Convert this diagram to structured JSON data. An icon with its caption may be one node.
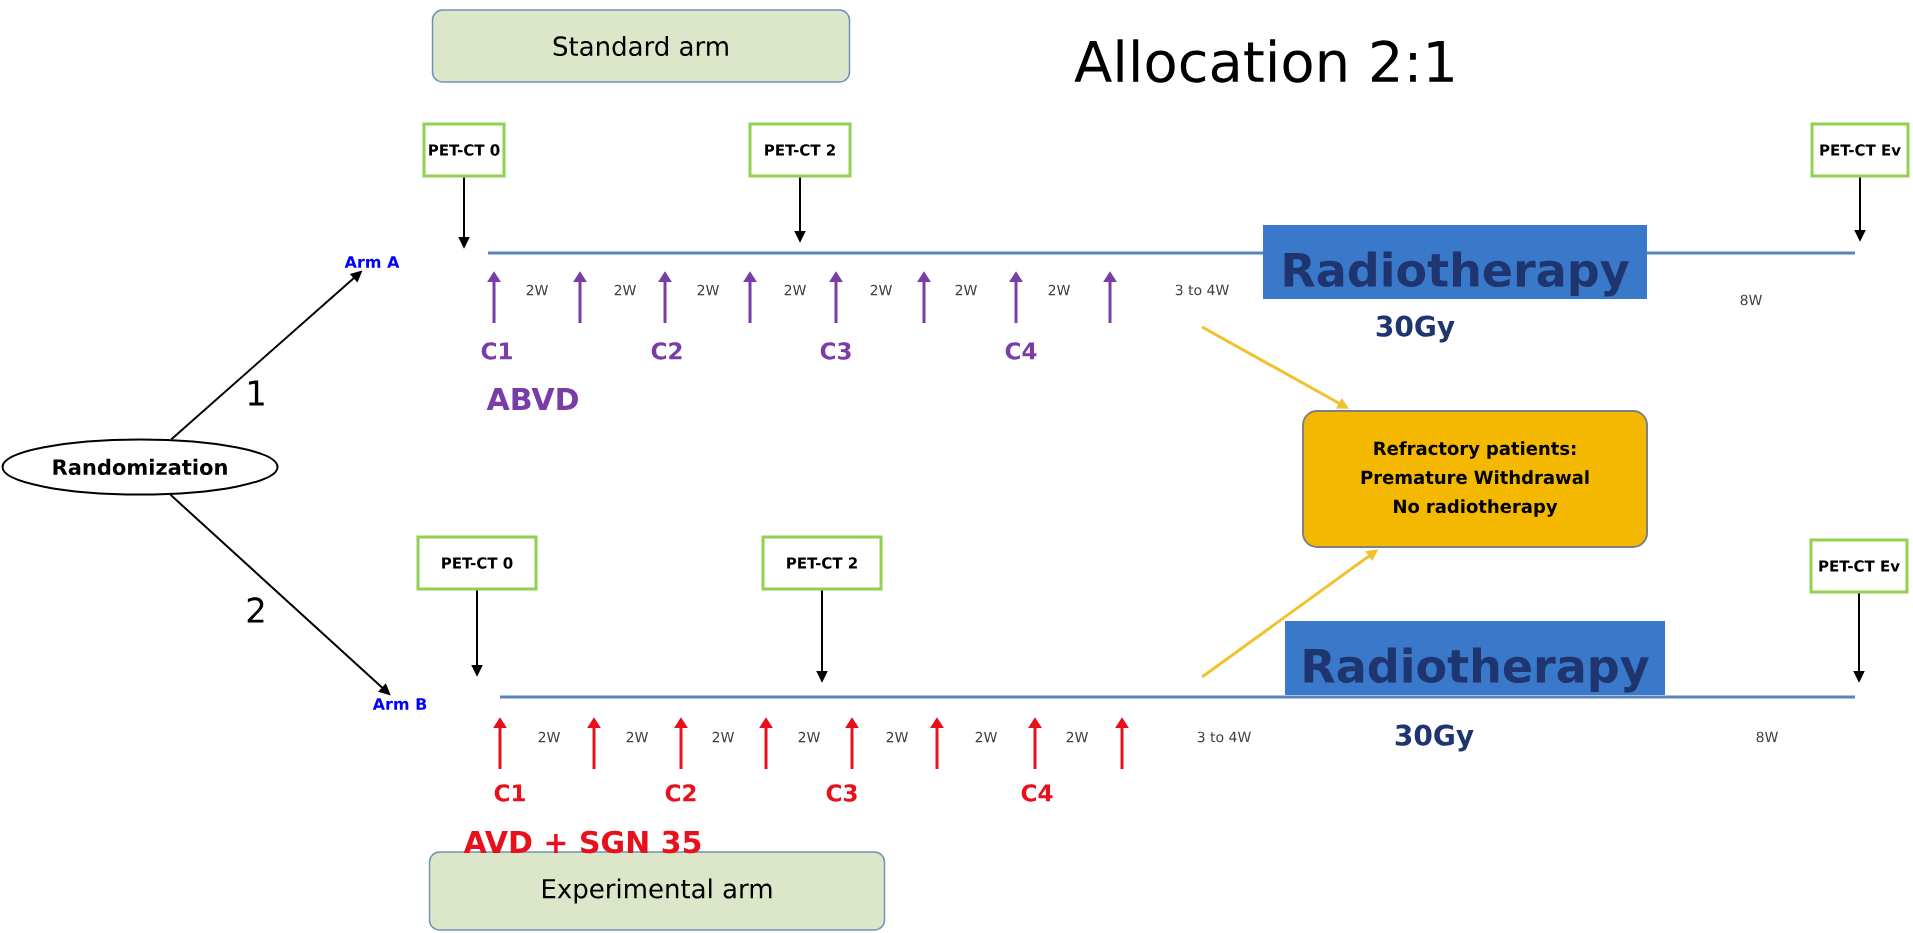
{
  "diagram": {
    "title": "Allocation 2:1",
    "nodes": [
      {
        "text": [
          "Standard arm"
        ]
      },
      {
        "text": [
          "Randomization"
        ]
      },
      {
        "text": [
          "Arm A"
        ]
      },
      {
        "text": [
          "Arm B"
        ]
      },
      {
        "text": [
          "PET-CT 0"
        ]
      },
      {
        "text": [
          "PET-CT 2"
        ]
      },
      {
        "text": [
          "PET-CT Ev"
        ]
      },
      {
        "text": [
          "Radiotherapy"
        ],
        "beside": [
          "30Gy"
        ]
      },
      {
        "text": [
          "Refractory patients: Premature Withdrawal No radiotherapy"
        ]
      },
      {
        "text": [
          "PET-CT 0"
        ]
      },
      {
        "text": [
          "PET-CT 2"
        ]
      },
      {
        "text": [
          "PET-CT Ev"
        ]
      },
      {
        "text": [
          "Radiotherapy"
        ],
        "beside": [
          "30Gy"
        ]
      },
      {
        "text": [
          "Experimental arm"
        ]
      }
    ],
    "edges": [
      {
        "from": 1,
        "to": 2,
        "arrow": "to",
        "label": "1"
      },
      {
        "from": 1,
        "to": 3,
        "arrow": "to",
        "label": "2"
      },
      {
        "from": 4,
        "to": null,
        "arrow": "to"
      },
      {
        "from": 5,
        "to": null,
        "arrow": "to"
      },
      {
        "from": 6,
        "to": null,
        "arrow": "to"
      },
      {
        "from": 9,
        "to": null,
        "arrow": "to"
      },
      {
        "from": 10,
        "to": null,
        "arrow": "to"
      },
      {
        "from": 11,
        "to": null,
        "arrow": "to"
      },
      {
        "from": null,
        "to": 8,
        "arrow": "to",
        "color": "#f2c12e"
      },
      {
        "from": null,
        "to": 8,
        "arrow": "to",
        "color": "#f2c12e"
      }
    ],
    "labels": [
      "2W",
      "2W",
      "2W",
      "2W",
      "2W",
      "2W",
      "2W",
      "3 to 4W",
      "8W",
      "C1",
      "C2",
      "C3",
      "C4",
      "ABVD",
      "2W",
      "2W",
      "2W",
      "2W",
      "2W",
      "2W",
      "2W",
      "3 to 4W",
      "8W",
      "C1",
      "C2",
      "C3",
      "C4",
      "AVD + SGN 35"
    ]
  }
}
